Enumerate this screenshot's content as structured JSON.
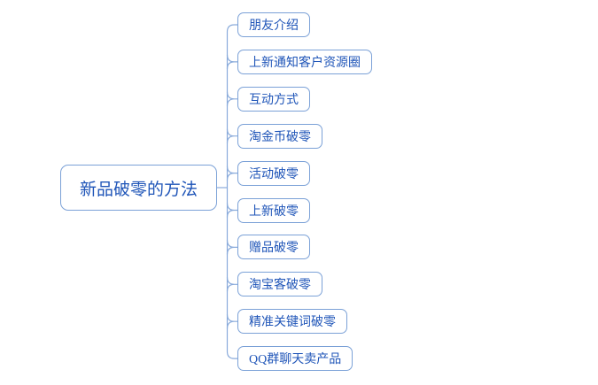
{
  "diagram": {
    "type": "mindmap",
    "root": {
      "label": "新品破零的方法"
    },
    "children": [
      {
        "label": "朋友介绍"
      },
      {
        "label": "上新通知客户资源圈"
      },
      {
        "label": "互动方式"
      },
      {
        "label": "淘金币破零"
      },
      {
        "label": "活动破零"
      },
      {
        "label": "上新破零"
      },
      {
        "label": "赠品破零"
      },
      {
        "label": "淘宝客破零"
      },
      {
        "label": "精准关键词破零"
      },
      {
        "label": "QQ群聊天卖产品"
      }
    ],
    "colors": {
      "node_border": "#7ba1d7",
      "connector": "#8aabdb",
      "text": "#1f55b8",
      "background": "#ffffff"
    }
  }
}
